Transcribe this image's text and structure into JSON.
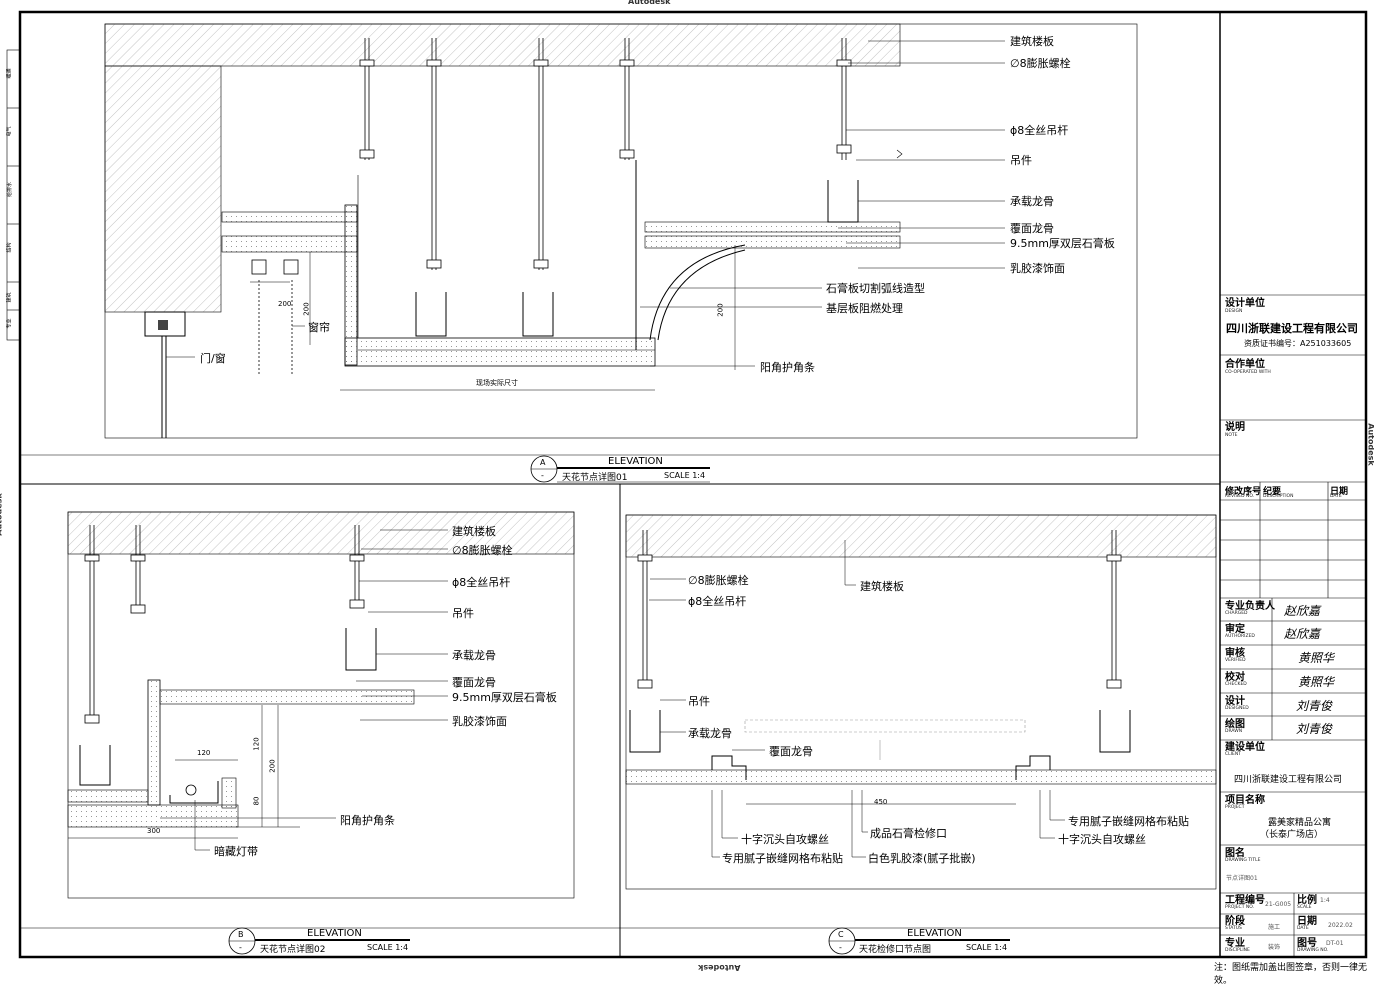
{
  "watermark": "Autodesk",
  "footer_note": "注：图纸需加盖出图签章，否则一律无效。",
  "left_margin_stamps": [
    "暖通",
    "电气",
    "给排水",
    "结构",
    "建筑",
    "专业"
  ],
  "detail_a": {
    "labels": {
      "slab": "建筑楼板",
      "bolt": "∅8膨胀螺栓",
      "rod": "ɸ8全丝吊杆",
      "hanger": "吊件",
      "main_keel": "承载龙骨",
      "cover_keel": "覆面龙骨",
      "gypsum": "9.5mm厚双层石膏板",
      "paint": "乳胶漆饰面",
      "arc": "石膏板切割弧线造型",
      "fireproof": "基层板阻燃处理",
      "corner": "阳角护角条",
      "curtain": "窗帘",
      "door": "门/窗",
      "site_dim": "现场实际尺寸",
      "dim_200a": "200",
      "dim_200b": "200",
      "dim_200c": "200"
    },
    "footer": {
      "letter": "A",
      "dash": "-",
      "elevation": "ELEVATION",
      "title": "天花节点详图01",
      "scale": "SCALE 1:4"
    }
  },
  "detail_b": {
    "labels": {
      "slab": "建筑楼板",
      "bolt": "∅8膨胀螺栓",
      "rod": "ɸ8全丝吊杆",
      "hanger": "吊件",
      "main_keel": "承载龙骨",
      "cover_keel": "覆面龙骨",
      "gypsum": "9.5mm厚双层石膏板",
      "paint": "乳胶漆饰面",
      "corner": "阳角护角条",
      "light": "暗藏灯带",
      "dim_120a": "120",
      "dim_120b": "120",
      "dim_200": "200",
      "dim_80": "80",
      "dim_300": "300"
    },
    "footer": {
      "letter": "B",
      "dash": "-",
      "elevation": "ELEVATION",
      "title": "天花节点详图02",
      "scale": "SCALE 1:4"
    }
  },
  "detail_c": {
    "labels": {
      "slab": "建筑楼板",
      "bolt": "∅8膨胀螺栓",
      "rod": "ɸ8全丝吊杆",
      "hanger": "吊件",
      "main_keel": "承载龙骨",
      "cover_keel": "覆面龙骨",
      "mesh_right": "专用腻子嵌缝网格布粘贴",
      "screw_right": "十字沉头自攻螺丝",
      "screw_left": "十字沉头自攻螺丝",
      "panel": "成品石膏检修口",
      "mesh_left": "专用腻子嵌缝网格布粘贴",
      "white_paint": "白色乳胶漆(腻子批嵌)",
      "dim_450": "450"
    },
    "footer": {
      "letter": "C",
      "dash": "-",
      "elevation": "ELEVATION",
      "title": "天花检修口节点图",
      "scale": "SCALE 1:4"
    }
  },
  "title_block": {
    "design": {
      "cn": "设计单位",
      "en": "DESIGN",
      "company": "四川浙联建设工程有限公司",
      "cert": "资质证书编号：A251033605"
    },
    "coop": {
      "cn": "合作单位",
      "en": "CO-OPERATED WITH"
    },
    "note": {
      "cn": "说明",
      "en": "NOTE"
    },
    "revision": {
      "no_cn": "修改序号",
      "no_en": "REVISED NO.",
      "desc_cn": "纪要",
      "desc_en": "DESCRIPTION",
      "date_cn": "日期",
      "date_en": "DATE"
    },
    "roles": [
      {
        "cn": "专业负责人",
        "en": "CHARGED",
        "sig": "赵欣嘉 "
      },
      {
        "cn": "审定",
        "en": "AUTHORIZED",
        "sig": "赵欣嘉 "
      },
      {
        "cn": "审核",
        "en": "VERIFIED",
        "sig": "黄照华"
      },
      {
        "cn": "校对",
        "en": "CHECKED",
        "sig": "黄照华"
      },
      {
        "cn": "设计",
        "en": "DESIGNED",
        "sig": "刘青俊"
      },
      {
        "cn": "绘图",
        "en": "DRAWN",
        "sig": "刘青俊"
      }
    ],
    "client": {
      "cn": "建设单位",
      "en": "CLIENT",
      "value": "四川浙联建设工程有限公司"
    },
    "project": {
      "cn": "项目名称",
      "en": "PROJECT",
      "line1": "露美家精品公寓",
      "line2": "（长泰广场店）"
    },
    "drawing": {
      "cn": "图名",
      "en": "DRAWING TITLE",
      "value": "节点详图01"
    },
    "project_no": {
      "cn": "工程编号",
      "en": "PROJECT NO.",
      "value": "21-G005"
    },
    "scale": {
      "cn": "比例",
      "en": "SCALE",
      "value": "1:4"
    },
    "status": {
      "cn": "阶段",
      "en": "STATUS",
      "value": "施工"
    },
    "date": {
      "cn": "日期",
      "en": "DATE",
      "value": "2022.02"
    },
    "discipline": {
      "cn": "专业",
      "en": "DISCIPLINE",
      "value": "装饰"
    },
    "drawing_no": {
      "cn": "图号",
      "en": "DRAWING NO.",
      "value": "DT-01"
    }
  }
}
